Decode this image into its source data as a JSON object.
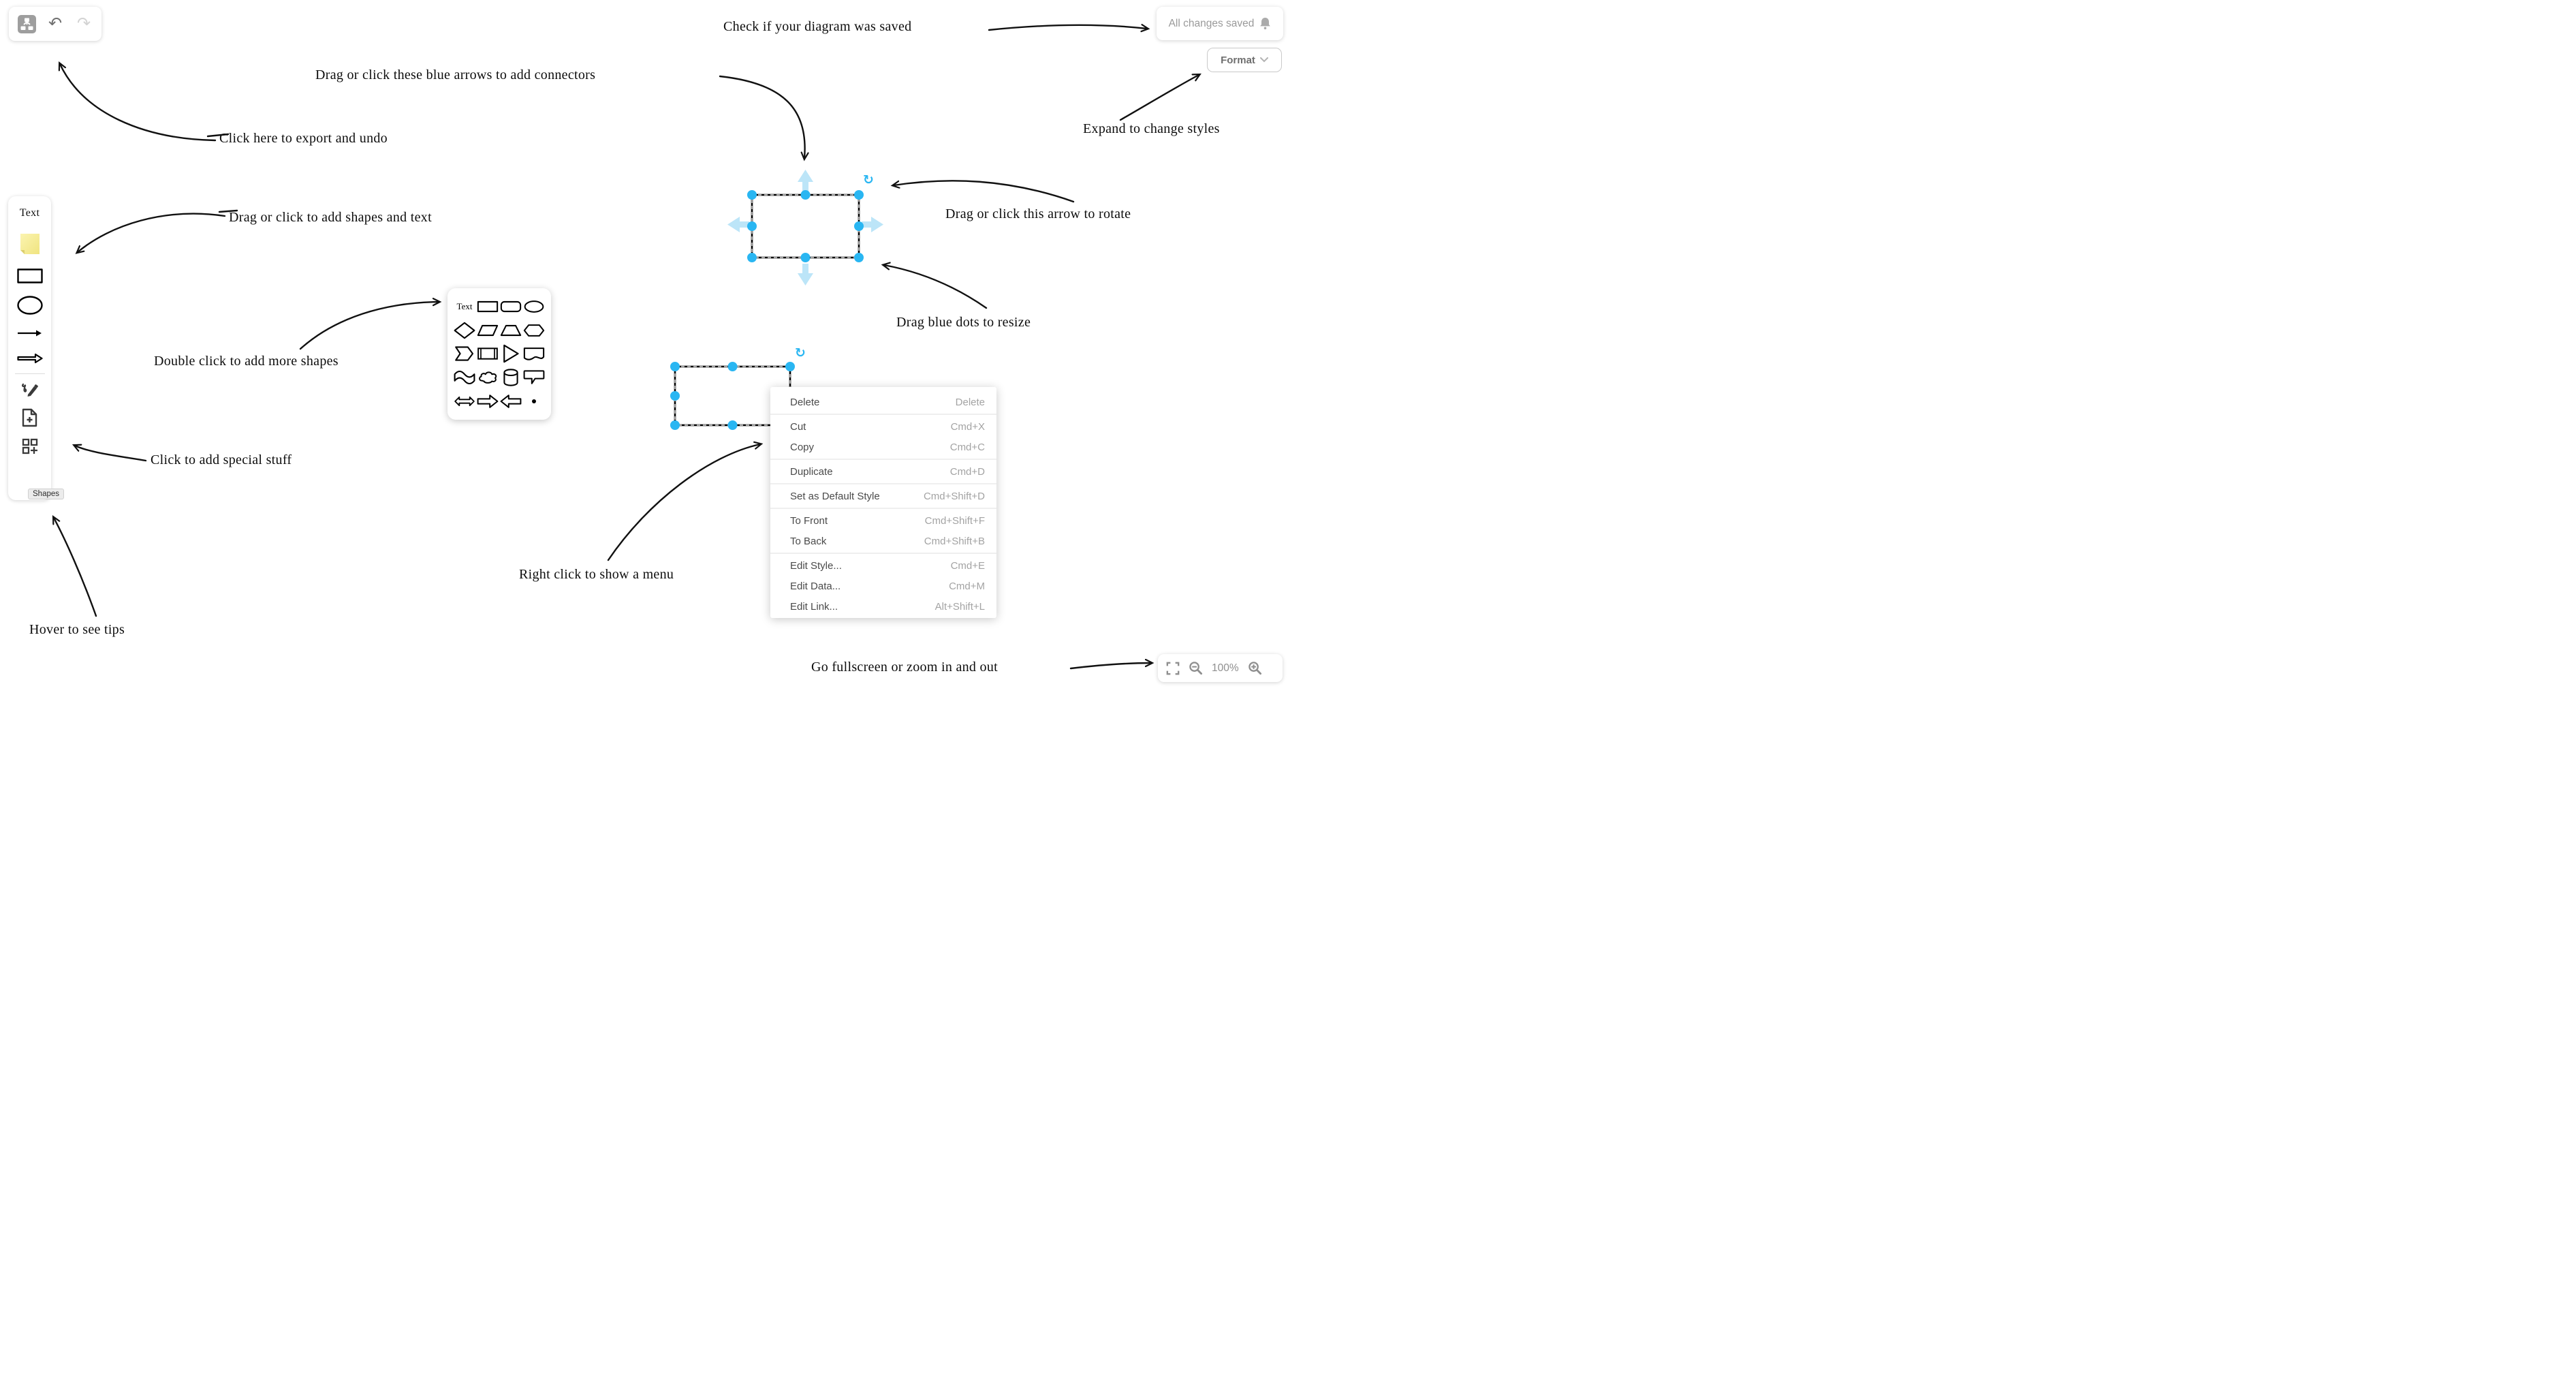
{
  "toolbar": {
    "diagram_icon": "diagram-tree-icon",
    "undo_label": "undo",
    "redo_label": "redo"
  },
  "status": {
    "saved_label": "All changes saved",
    "bell_icon": "notification-bell-icon"
  },
  "format_button": {
    "label": "Format"
  },
  "sidebar": {
    "text_item_label": "Text",
    "items": [
      "text",
      "sticky-note",
      "rectangle",
      "ellipse",
      "thin-arrow",
      "block-arrow",
      "freehand-pen",
      "add-note",
      "shapes-grid"
    ],
    "tooltip": "Shapes"
  },
  "palette": {
    "text_label": "Text",
    "shapes": [
      [
        "text",
        "rectangle",
        "rounded-rectangle",
        "ellipse"
      ],
      [
        "diamond",
        "parallelogram",
        "trapezoid",
        "hexagon"
      ],
      [
        "step",
        "process",
        "triangle",
        "document"
      ],
      [
        "tape",
        "cloud",
        "cylinder",
        "callout"
      ],
      [
        "double-arrow",
        "arrow-right",
        "arrow-left",
        "point"
      ]
    ]
  },
  "context_menu": {
    "items": [
      {
        "label": "Delete",
        "shortcut": "Delete"
      },
      {
        "label": "Cut",
        "shortcut": "Cmd+X"
      },
      {
        "label": "Copy",
        "shortcut": "Cmd+C"
      },
      {
        "label": "Duplicate",
        "shortcut": "Cmd+D"
      },
      {
        "label": "Set as Default Style",
        "shortcut": "Cmd+Shift+D"
      },
      {
        "label": "To Front",
        "shortcut": "Cmd+Shift+F"
      },
      {
        "label": "To Back",
        "shortcut": "Cmd+Shift+B"
      },
      {
        "label": "Edit Style...",
        "shortcut": "Cmd+E"
      },
      {
        "label": "Edit Data...",
        "shortcut": "Cmd+M"
      },
      {
        "label": "Edit Link...",
        "shortcut": "Alt+Shift+L"
      }
    ]
  },
  "zoom_controls": {
    "level": "100%",
    "icons": [
      "fullscreen-icon",
      "zoom-out-icon",
      "zoom-in-icon"
    ]
  },
  "annotations": {
    "check_saved": "Check if your diagram was saved",
    "blue_arrows": "Drag or click these blue arrows to add connectors",
    "expand_styles": "Expand to change styles",
    "export_undo": "Click here to export and undo",
    "add_shapes": "Drag or click to add shapes and text",
    "more_shapes": "Double click to add more shapes",
    "rotate": "Drag or click this arrow to rotate",
    "resize": "Drag blue dots to resize",
    "special": "Click to add special stuff",
    "right_click": "Right click to show a menu",
    "hover_tips": "Hover to see tips",
    "fullscreen": "Go fullscreen or zoom in and out"
  },
  "colors": {
    "accent": "#29B6F2",
    "pale_arrow": "#BCE5F8",
    "sticky": "#F8F1A2",
    "ink": "#111111"
  }
}
